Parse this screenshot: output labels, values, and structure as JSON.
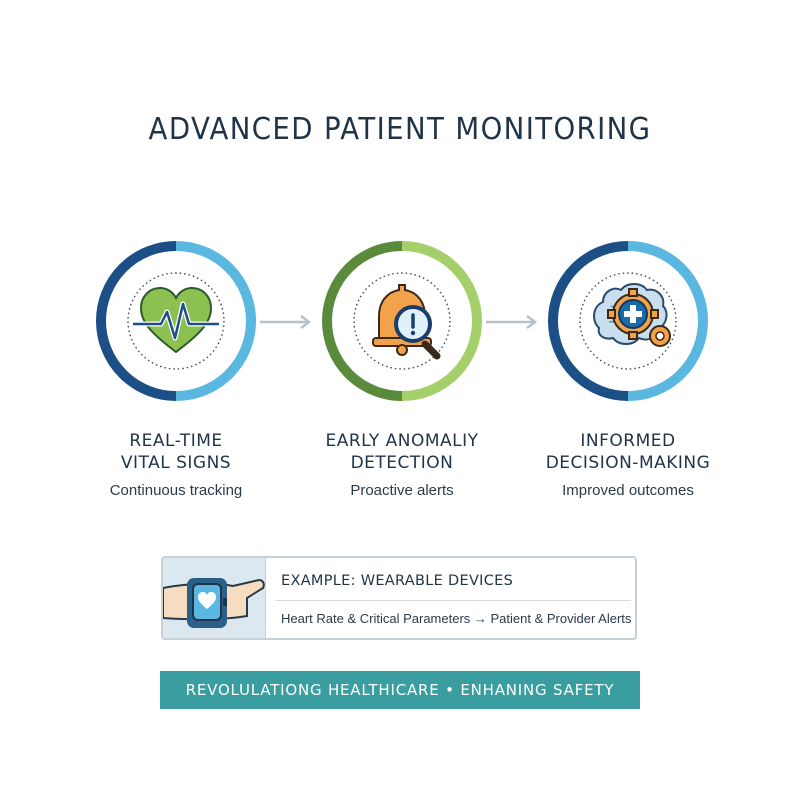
{
  "title": "ADVANCED PATIENT MONITORING",
  "steps": [
    {
      "title_line1": "REAL-TIME",
      "title_line2": "VITAL SIGNS",
      "subtitle": "Continuous tracking",
      "icon": "heartbeat-icon",
      "ring_colors": [
        "#1b4f86",
        "#5ab7df"
      ]
    },
    {
      "title_line1": "EARLY ANOMALIY",
      "title_line2": "DETECTION",
      "subtitle": "Proactive alerts",
      "icon": "alert-bell-magnifier-icon",
      "ring_colors": [
        "#5a8a3c",
        "#a5cf6a"
      ]
    },
    {
      "title_line1": "INFORMED",
      "title_line2": "DECISION-MAKING",
      "subtitle": "Improved outcomes",
      "icon": "brain-gears-icon",
      "ring_colors": [
        "#1b4f86",
        "#5ab7df"
      ]
    }
  ],
  "example": {
    "heading": "EXAMPLE: WEARABLE DEVICES",
    "detail": "Heart Rate & Critical Parameters → Patient & Provider Alerts",
    "icon": "smartwatch-wrist-icon"
  },
  "banner": "REVOLULATIONG HEALTHICARE • ENHANING SAFETY",
  "colors": {
    "navy": "#1f3349",
    "dark_blue": "#1b4f86",
    "light_blue": "#5ab7df",
    "green": "#8cc152",
    "teal_banner": "#3a9ea0",
    "arrow_gray": "#b9c0c6"
  }
}
